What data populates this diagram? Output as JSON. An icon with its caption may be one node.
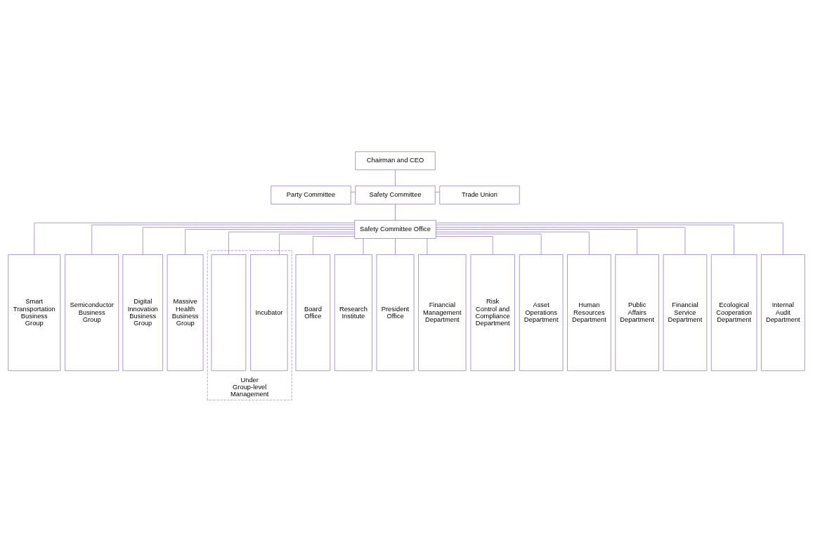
{
  "diagram": {
    "nodes": [
      {
        "text": [
          "Chairman and CEO"
        ]
      },
      {
        "text": [
          "Party Committee"
        ]
      },
      {
        "text": [
          "Safety Committee"
        ]
      },
      {
        "text": [
          "Trade Union"
        ]
      },
      {
        "text": [
          "Safety Committee Office"
        ]
      },
      {
        "text": [
          "Smart Transportation Business Group"
        ]
      },
      {
        "text": [
          "Semiconductor Business Group"
        ]
      },
      {
        "text": [
          "Digital Innovation Business Group"
        ]
      },
      {
        "text": [
          "Massive Health Business Group"
        ]
      },
      {
        "text": [
          "Under Group-level Management"
        ]
      },
      {
        "text": [],
        "shape": "box",
        "in": 9
      },
      {
        "text": [
          "Incubator"
        ],
        "in": 9
      },
      {
        "text": [
          "Board Office"
        ]
      },
      {
        "text": [
          "Research Institute"
        ]
      },
      {
        "text": [
          "President Office"
        ]
      },
      {
        "text": [
          "Financial Management Department"
        ]
      },
      {
        "text": [
          "Risk Control and Compliance Department"
        ]
      },
      {
        "text": [
          "Asset Operations Department"
        ]
      },
      {
        "text": [
          "Human Resources Department"
        ]
      },
      {
        "text": [
          "Public Affairs Department"
        ]
      },
      {
        "text": [
          "Financial Service Department"
        ]
      },
      {
        "text": [
          "Ecological Cooperation Department"
        ]
      },
      {
        "text": [
          "Internal Audit Department"
        ]
      }
    ],
    "edges": [
      {
        "from": 0,
        "to": 2,
        "arrow": "none"
      },
      {
        "from": 1,
        "to": 2,
        "arrow": "none"
      },
      {
        "from": 2,
        "to": 3,
        "arrow": "none"
      },
      {
        "from": 2,
        "to": 4,
        "arrow": "none"
      },
      {
        "from": 4,
        "to": 5,
        "arrow": "none"
      },
      {
        "from": 4,
        "to": 6,
        "arrow": "none"
      },
      {
        "from": 4,
        "to": 7,
        "arrow": "none"
      },
      {
        "from": 4,
        "to": 8,
        "arrow": "none"
      },
      {
        "from": 4,
        "to": 10,
        "arrow": "none"
      },
      {
        "from": 4,
        "to": 11,
        "arrow": "none"
      },
      {
        "from": 4,
        "to": 12,
        "arrow": "none"
      },
      {
        "from": 4,
        "to": 13,
        "arrow": "none"
      },
      {
        "from": 4,
        "to": 14,
        "arrow": "none"
      },
      {
        "from": 4,
        "to": 15,
        "arrow": "none"
      },
      {
        "from": 4,
        "to": 16,
        "arrow": "none"
      },
      {
        "from": 4,
        "to": 17,
        "arrow": "none"
      },
      {
        "from": 4,
        "to": 18,
        "arrow": "none"
      },
      {
        "from": 4,
        "to": 19,
        "arrow": "none"
      },
      {
        "from": 4,
        "to": 20,
        "arrow": "none"
      },
      {
        "from": 4,
        "to": 21,
        "arrow": "none"
      },
      {
        "from": 4,
        "to": 22,
        "arrow": "none"
      }
    ]
  }
}
